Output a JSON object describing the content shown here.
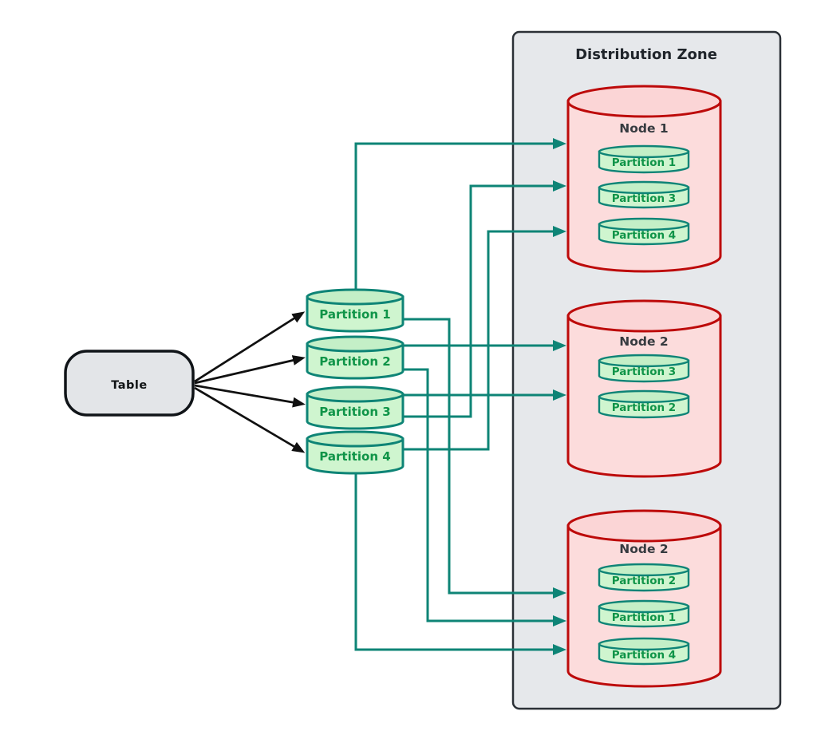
{
  "diagram": {
    "title": "Distribution Zone",
    "table": {
      "label": "Table"
    },
    "partitions": [
      "Partition 1",
      "Partition 2",
      "Partition 3",
      "Partition 4"
    ],
    "nodes": [
      {
        "label": "Node 1",
        "partitions": [
          "Partition 1",
          "Partition 3",
          "Partition 4"
        ]
      },
      {
        "label": "Node 2",
        "partitions": [
          "Partition 3",
          "Partition 2"
        ]
      },
      {
        "label": "Node 2",
        "partitions": [
          "Partition 2",
          "Partition 1",
          "Partition 4"
        ]
      }
    ],
    "edges": {
      "table_to_partitions": [
        "Partition 1",
        "Partition 2",
        "Partition 3",
        "Partition 4"
      ],
      "partition_to_node": [
        {
          "from": "Partition 1",
          "to": "Node 1"
        },
        {
          "from": "Partition 1",
          "to": "Node 2 (bottom)"
        },
        {
          "from": "Partition 2",
          "to": "Node 2 (middle)"
        },
        {
          "from": "Partition 2",
          "to": "Node 2 (bottom)"
        },
        {
          "from": "Partition 3",
          "to": "Node 1"
        },
        {
          "from": "Partition 3",
          "to": "Node 2 (middle)"
        },
        {
          "from": "Partition 4",
          "to": "Node 1"
        },
        {
          "from": "Partition 4",
          "to": "Node 2 (bottom)"
        }
      ]
    },
    "colors": {
      "connector_teal": "#0e8476",
      "partition_fill": "#cff5cf",
      "partition_border": "#0e8476",
      "partition_text": "#0f9448",
      "node_fill": "#fcdcdc",
      "node_border": "#bd0a0a",
      "node_label": "#363b40",
      "zone_fill": "#e6e8eb",
      "zone_border": "#2b3036",
      "table_fill": "#e3e5e8",
      "arrow_black": "#111111"
    }
  }
}
